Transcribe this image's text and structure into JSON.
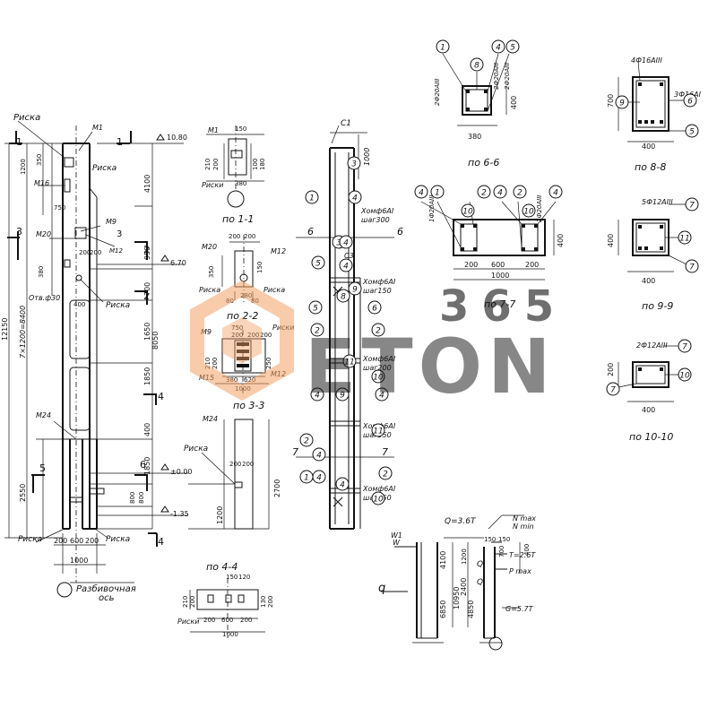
{
  "elevation": {
    "labels": {
      "riska_top": "Риска",
      "m1": "М1",
      "riska_mid": "Риска",
      "m16": "М16",
      "m9": "М9",
      "m20": "М20",
      "m12": "М12",
      "otv": "Отв.ф30",
      "riska_r": "Риска",
      "m24": "М24",
      "riska_bl": "Риска",
      "riska_br": "Риска",
      "axis1": "Разбивочная",
      "axis2": "ось"
    },
    "marks": {
      "top": "10.80",
      "mid": "6.70",
      "zero": "±0.00",
      "bottom": "-1.35"
    },
    "dims_right": [
      "4100",
      "950",
      "700",
      "1650",
      "1850",
      "400",
      "1850",
      "800",
      "800"
    ],
    "dims_left": [
      "1200",
      "350",
      "750",
      "380",
      "400"
    ],
    "total": "12150",
    "chain": "7×1200=8400",
    "part": "8050",
    "bottom_part": "2550",
    "dims_bottom": [
      "200",
      "600",
      "200"
    ],
    "width": "1000",
    "inner": [
      "200",
      "200"
    ],
    "section_marks": [
      "1",
      "1",
      "3",
      "3",
      "2",
      "4",
      "4",
      "5",
      "6",
      "6",
      "1",
      "2"
    ]
  },
  "detail_1_1": {
    "title": "по 1-1",
    "m1": "М1",
    "riski": "Риски",
    "dims": [
      "150",
      "210",
      "200",
      "100",
      "180",
      "380"
    ]
  },
  "detail_2_2": {
    "title": "по 2-2",
    "m20": "М20",
    "m12": "М12",
    "riska_l": "Риска",
    "riska_r": "Риска",
    "dims": [
      "200",
      "200",
      "350",
      "150",
      "280",
      "80",
      "80",
      "150"
    ]
  },
  "detail_3_3": {
    "title": "по 3-3",
    "m9": "М9",
    "m15": "М15",
    "m12": "М12",
    "riski": "Риски",
    "dims": [
      "750",
      "200",
      "200",
      "200",
      "210",
      "200",
      "380",
      "620",
      "1000",
      "250"
    ]
  },
  "detail_4_4": {
    "title": "по 4-4",
    "m24": "М24",
    "riska": "Риска",
    "dims": [
      "200",
      "200",
      "1200",
      "2700"
    ]
  },
  "detail_5_5": {
    "title": "по 4-4",
    "riski": "Риски",
    "dims": [
      "150",
      "120",
      "200",
      "600",
      "200",
      "1000",
      "210",
      "200",
      "130",
      "200"
    ]
  },
  "rebar": {
    "top": "С1",
    "labels": [
      "6",
      "6",
      "7",
      "7",
      "С3"
    ],
    "notes": [
      {
        "a": "Хомф6АI",
        "b": "шаг300"
      },
      {
        "a": "Хомф6АI",
        "b": "шаг150"
      },
      {
        "a": "Хомф6АI",
        "b": "шаг200"
      },
      {
        "a": "Хомф6АI",
        "b": "шаг150"
      },
      {
        "a": "Хомф6АI",
        "b": "шаг150"
      }
    ],
    "callouts": [
      "3",
      "1",
      "4",
      "3",
      "4",
      "5",
      "4",
      "8",
      "9",
      "5",
      "6",
      "2",
      "2",
      "11",
      "10",
      "4",
      "4",
      "9",
      "11",
      "2",
      "4",
      "1",
      "4",
      "2",
      "4",
      "10"
    ],
    "dim_top": "1000"
  },
  "section_6_6": {
    "title": "по 6-6",
    "labels": [
      "2Ф20АIII",
      "2Ф20АIII",
      "2Ф20АIII"
    ],
    "callouts": [
      "1",
      "8",
      "4",
      "5"
    ],
    "dims": [
      "380",
      "400"
    ]
  },
  "section_7_7": {
    "title": "по 7-7",
    "labels": [
      "1Ф20АIII",
      "2Ф20АIII"
    ],
    "callouts": [
      "4",
      "1",
      "2",
      "4",
      "2",
      "2",
      "4",
      "10",
      "10"
    ],
    "dims": [
      "200",
      "600",
      "200",
      "1000",
      "400"
    ]
  },
  "section_8_8": {
    "title": "по 8-8",
    "labels": [
      "4Ф16АIII",
      "3Ф16АI"
    ],
    "callouts": [
      "9",
      "6",
      "5"
    ],
    "dims": [
      "700",
      "400"
    ]
  },
  "section_9_9": {
    "title": "по 9-9",
    "labels": [
      "5Ф12АIII"
    ],
    "callouts": [
      "7",
      "11",
      "7"
    ],
    "dims": [
      "400",
      "400"
    ]
  },
  "section_10_10": {
    "title": "по 10-10",
    "labels": [
      "2Ф12АIII"
    ],
    "callouts": [
      "7",
      "10",
      "7"
    ],
    "dims": [
      "200",
      "400"
    ]
  },
  "loads": {
    "w1": "W1",
    "w": "W",
    "q": "q",
    "Q1": "Q=3.6Т",
    "Nmax": "N max",
    "Nmin": "N min",
    "T": "Т=2.6Т",
    "Pmax": "P max",
    "Q2": "Q",
    "Q3": "Q",
    "G": "G=5.7Т",
    "dims": [
      "150",
      "150",
      "1200",
      "700",
      "4100",
      "2400",
      "10950",
      "6850",
      "4850",
      "400"
    ]
  },
  "watermark": {
    "line1": "365",
    "line2": "ETON",
    "color": "#f2a064",
    "gray": "#d9d9d9"
  }
}
